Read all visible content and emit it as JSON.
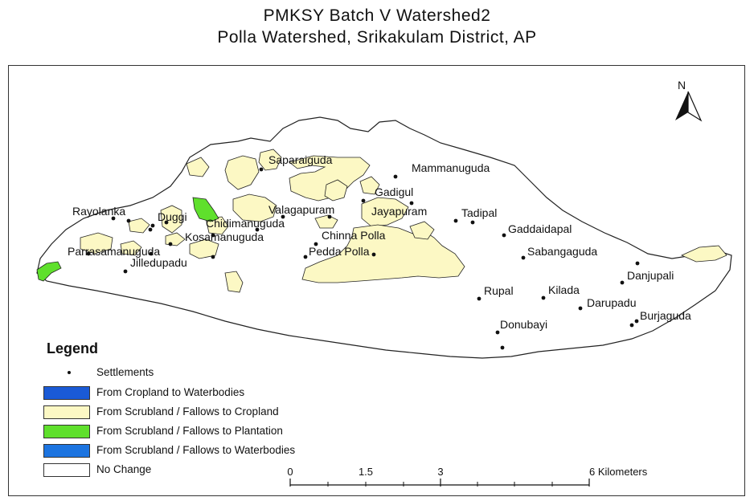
{
  "title_line1": "PMKSY Batch V Watershed2",
  "title_line2": "Polla Watershed, Srikakulam District, AP",
  "north_label": "N",
  "colors": {
    "cropland": "#fcf8c4",
    "plantation": "#5fe02c",
    "waterbodies_from_cropland": "#1a5ad6",
    "waterbodies_from_scrub": "#1c74e0",
    "no_change": "#ffffff",
    "outline": "#222222"
  },
  "legend": {
    "title": "Legend",
    "items": [
      {
        "key": "settlements",
        "label": "Settlements"
      },
      {
        "key": "crop_to_water",
        "label": "From Cropland to Waterbodies"
      },
      {
        "key": "scrub_to_crop",
        "label": "From Scrubland / Fallows to Cropland"
      },
      {
        "key": "scrub_to_plant",
        "label": "From Scrubland / Fallows to Plantation"
      },
      {
        "key": "scrub_to_water",
        "label": "From Scrubland / Fallows to Waterbodies"
      },
      {
        "key": "no_change",
        "label": "No Change"
      }
    ]
  },
  "scale": {
    "ticks": [
      "0",
      "1.5",
      "3",
      "6 Kilometers"
    ]
  },
  "settlements": [
    {
      "name": "Saparaiguda"
    },
    {
      "name": "Mammanuguda"
    },
    {
      "name": "Gadigul"
    },
    {
      "name": "Rayolanka"
    },
    {
      "name": "Duggi"
    },
    {
      "name": "Valagapuram"
    },
    {
      "name": "Jayapuram"
    },
    {
      "name": "Tadipal"
    },
    {
      "name": "Chidimanuguda"
    },
    {
      "name": "Gaddaidapal"
    },
    {
      "name": "Kosamanuguda"
    },
    {
      "name": "Chinna Polla"
    },
    {
      "name": "Parrasamanuguda"
    },
    {
      "name": "Pedda Polla"
    },
    {
      "name": "Sabangaguda"
    },
    {
      "name": "Jilledupadu"
    },
    {
      "name": "Danjupali"
    },
    {
      "name": "Rupal"
    },
    {
      "name": "Kilada"
    },
    {
      "name": "Darupadu"
    },
    {
      "name": "Burjaguda"
    },
    {
      "name": "Donubayi"
    }
  ]
}
